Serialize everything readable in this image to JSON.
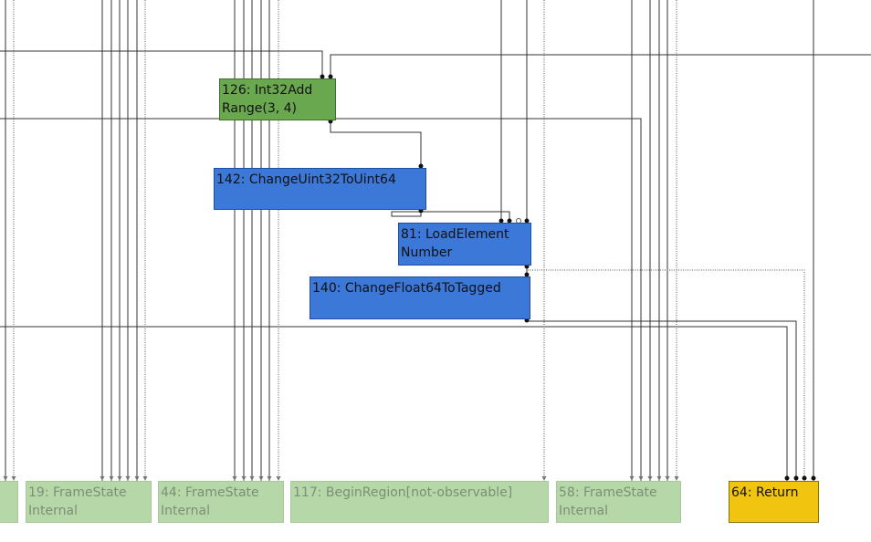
{
  "nodes": {
    "n126": {
      "line1": "126: Int32Add",
      "line2": "Range(3, 4)"
    },
    "n142": {
      "line1": "142: ChangeUint32ToUint64",
      "line2": ""
    },
    "n81": {
      "line1": "81: LoadElement",
      "line2": "Number"
    },
    "n140": {
      "line1": "140: ChangeFloat64ToTagged",
      "line2": ""
    },
    "n19": {
      "line1": "19: FrameState",
      "line2": "Internal"
    },
    "n44": {
      "line1": "44: FrameState",
      "line2": "Internal"
    },
    "n117": {
      "line1": "117: BeginRegion[not-observable]",
      "line2": ""
    },
    "n58": {
      "line1": "58: FrameState",
      "line2": "Internal"
    },
    "n64": {
      "line1": "64: Return",
      "line2": ""
    }
  },
  "colors": {
    "green": "#6aa84f",
    "blue": "#3c78d8",
    "yellow": "#f1c40f",
    "faded_green": "#b6d7a8",
    "edge": "#333333"
  }
}
